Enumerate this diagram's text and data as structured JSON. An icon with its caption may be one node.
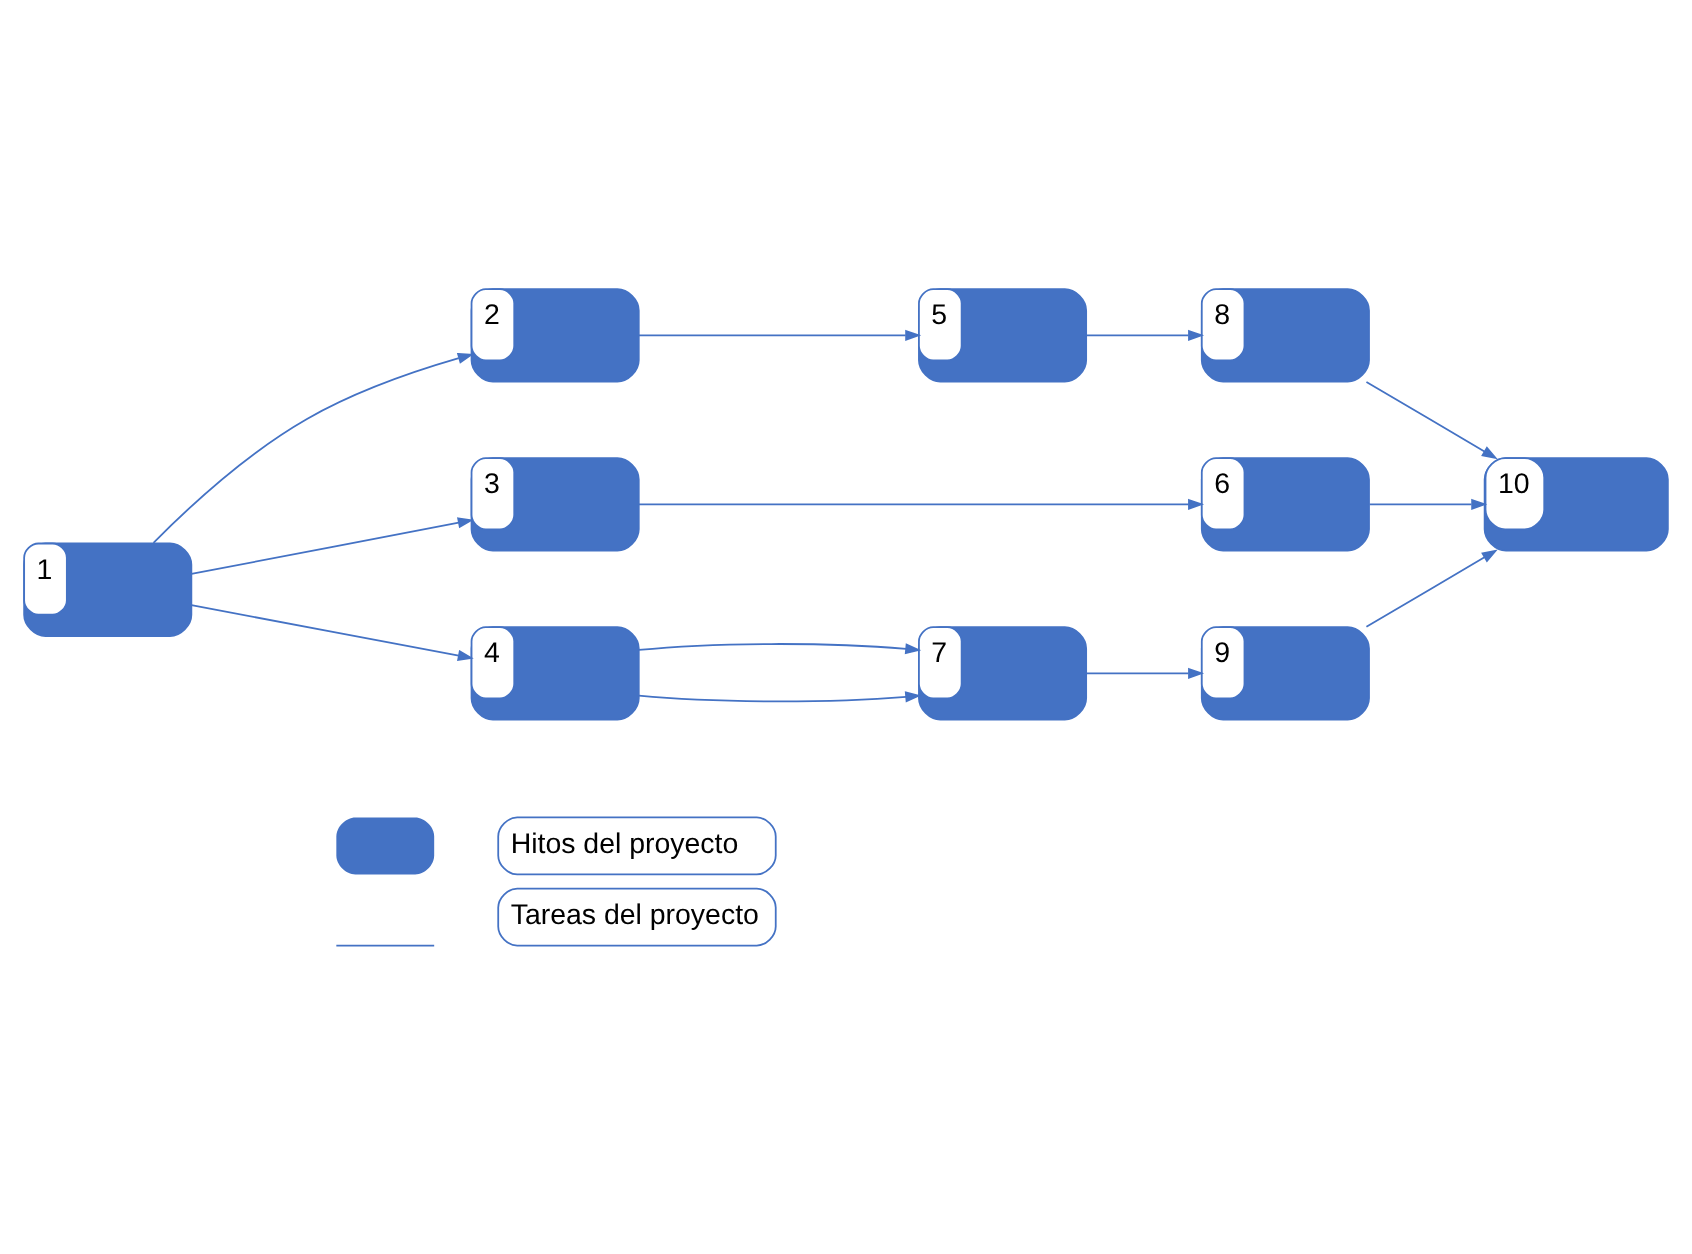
{
  "diagram": {
    "nodes": [
      {
        "text": [
          "1"
        ]
      },
      {
        "text": [
          "2"
        ]
      },
      {
        "text": [
          "3"
        ]
      },
      {
        "text": [
          "4"
        ]
      },
      {
        "text": [
          "5"
        ]
      },
      {
        "text": [
          "6"
        ]
      },
      {
        "text": [
          "7"
        ]
      },
      {
        "text": [
          "8"
        ]
      },
      {
        "text": [
          "9"
        ]
      },
      {
        "text": [
          "10"
        ]
      }
    ],
    "edges": [
      {
        "from": 0,
        "to": 1,
        "arrow": "to"
      },
      {
        "from": 0,
        "to": 2,
        "arrow": "to"
      },
      {
        "from": 0,
        "to": 3,
        "arrow": "to"
      },
      {
        "from": 1,
        "to": 4,
        "arrow": "to"
      },
      {
        "from": 4,
        "to": 7,
        "arrow": "to"
      },
      {
        "from": 7,
        "to": 9,
        "arrow": "to"
      },
      {
        "from": 2,
        "to": 5,
        "arrow": "to"
      },
      {
        "from": 5,
        "to": 9,
        "arrow": "to"
      },
      {
        "from": 3,
        "to": 6,
        "arrow": "to"
      },
      {
        "from": 3,
        "to": 6,
        "arrow": "to"
      },
      {
        "from": 6,
        "to": 8,
        "arrow": "to"
      },
      {
        "from": 8,
        "to": 9,
        "arrow": "to"
      }
    ],
    "legend": [
      {
        "text": "Hitos del proyecto",
        "color": "#4472c4"
      },
      {
        "text": "Tareas del proyecto"
      }
    ]
  }
}
